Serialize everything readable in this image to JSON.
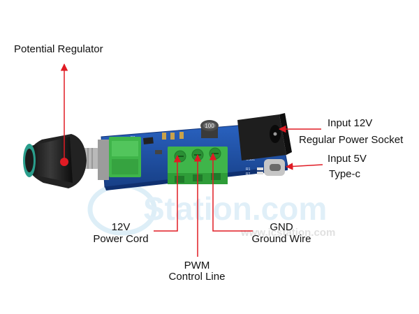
{
  "labels": {
    "potential_regulator": "Potential Regulator",
    "input_12v": "Input 12V",
    "regular_power_socket": "Regular Power Socket",
    "input_5v": "Input 5V",
    "type_c": "Type-c",
    "cord_12v": "12V",
    "power_cord": "Power Cord",
    "gnd": "GND",
    "ground_wire": "Ground Wire",
    "pwm": "PWM",
    "control_line": "Control Line"
  },
  "watermark": {
    "main": "Station.com",
    "sub": "www.icstation.com"
  },
  "board_text": {
    "inductor": "100",
    "pot_ref": "R3",
    "resistor_1": "R1",
    "resistor_2": "R2",
    "usb_ref": "USB1"
  },
  "colors": {
    "arrow": "#e01b24",
    "board": "#1f56b0",
    "terminal": "#3fb54a",
    "knob": "#1b1b1b"
  },
  "icons": [
    "knob",
    "potentiometer",
    "terminal-block",
    "inductor",
    "dc-jack",
    "usb-c-port"
  ]
}
